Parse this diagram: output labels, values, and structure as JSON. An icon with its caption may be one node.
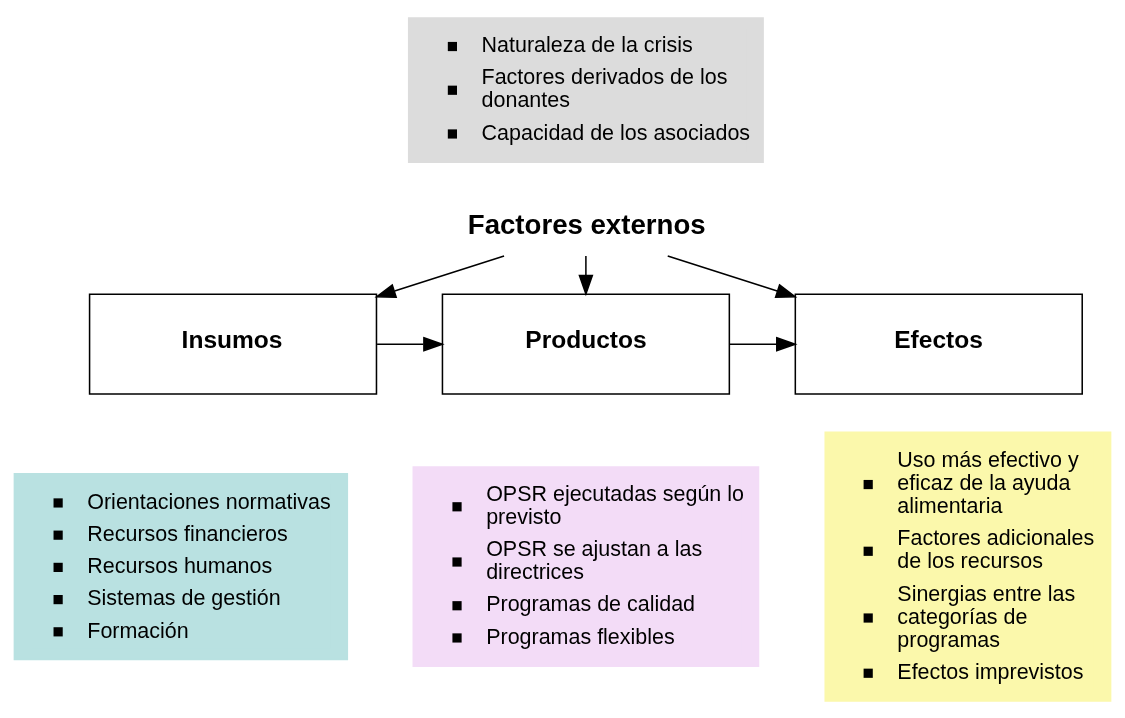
{
  "diagram": {
    "nodes": [
      {
        "text": [
          "Naturaleza de la crisis",
          "Factores derivados de los donantes",
          "Capacidad de los asociados"
        ]
      },
      {
        "text": [
          "Factores externos"
        ]
      },
      {
        "text": [
          "Insumos"
        ]
      },
      {
        "text": [
          "Productos"
        ]
      },
      {
        "text": [
          "Efectos"
        ]
      },
      {
        "text": [
          "Orientaciones normativas",
          "Recursos financieros",
          "Recursos humanos",
          "Sistemas de gestión",
          "Formación"
        ]
      },
      {
        "text": [
          "OPSR ejecutadas según lo previsto",
          "OPSR se ajustan a las directrices",
          "Programas de calidad",
          "Programas flexibles"
        ]
      },
      {
        "text": [
          "Uso más efectivo y eficaz de la ayuda alimentaria",
          "Factores adicionales de los recursos",
          "Sinergias entre las categorías de programas",
          "Efectos imprevistos"
        ]
      }
    ],
    "edges": [
      {
        "from": 1,
        "to": 2,
        "arrow": "to"
      },
      {
        "from": 1,
        "to": 3,
        "arrow": "to"
      },
      {
        "from": 1,
        "to": 4,
        "arrow": "to"
      },
      {
        "from": 2,
        "to": 3,
        "arrow": "to"
      },
      {
        "from": 3,
        "to": 4,
        "arrow": "to"
      }
    ]
  }
}
